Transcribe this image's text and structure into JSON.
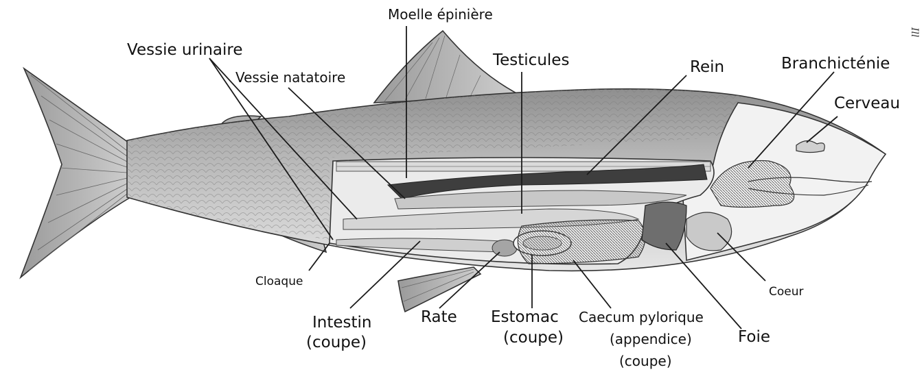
{
  "labels": {
    "moelle": "Moelle épinière",
    "vessie_urinaire": "Vessie urinaire",
    "vessie_natatoire": "Vessie natatoire",
    "testicules": "Testicules",
    "rein": "Rein",
    "branchictenie": "Branchicténie",
    "cerveau": "Cerveau",
    "cloaque": "Cloaque",
    "intestin": "Intestin",
    "intestin_sub": "(coupe)",
    "rate": "Rate",
    "estomac": "Estomac",
    "estomac_sub": "(coupe)",
    "caecum": "Caecum pylorique",
    "caecum_sub1": "(appendice)",
    "caecum_sub2": "(coupe)",
    "foie": "Foie",
    "coeur": "Coeur"
  },
  "signature": "Ill"
}
